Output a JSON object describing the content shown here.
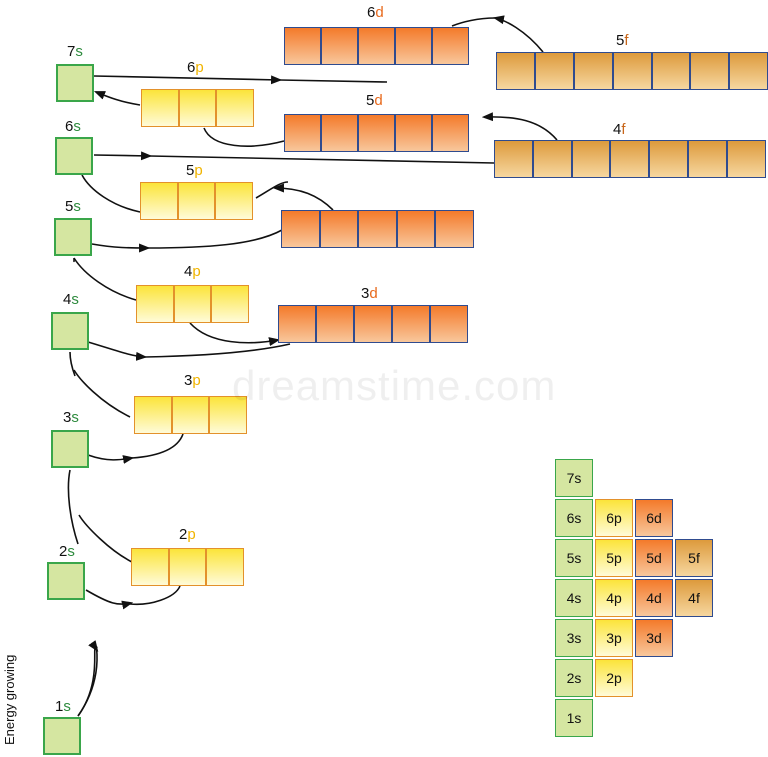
{
  "colors": {
    "s_fill": "#d5e6a1",
    "s_border": "#3aa64a",
    "s_letter": "#2e8b3e",
    "p_fill": "#fbe43a",
    "p_border": "#e3912b",
    "p_letter": "#f0b400",
    "d_fill": "#f47a2a",
    "d_border": "#2f4b8f",
    "d_letter": "#e8691c",
    "f_fill": "#dd9a3c",
    "f_letter": "#c8661a",
    "arrow": "#111111"
  },
  "energy_label": "Energy growing",
  "watermark": "dreamstime.com",
  "sublevels": [
    {
      "n": "1",
      "l": "s"
    },
    {
      "n": "2",
      "l": "s"
    },
    {
      "n": "2",
      "l": "p"
    },
    {
      "n": "3",
      "l": "s"
    },
    {
      "n": "3",
      "l": "p"
    },
    {
      "n": "4",
      "l": "s"
    },
    {
      "n": "3",
      "l": "d"
    },
    {
      "n": "4",
      "l": "p"
    },
    {
      "n": "5",
      "l": "s"
    },
    {
      "n": "4",
      "l": "d"
    },
    {
      "n": "5",
      "l": "p"
    },
    {
      "n": "6",
      "l": "s"
    },
    {
      "n": "4",
      "l": "f"
    },
    {
      "n": "5",
      "l": "d"
    },
    {
      "n": "6",
      "l": "p"
    },
    {
      "n": "7",
      "l": "s"
    },
    {
      "n": "5",
      "l": "f"
    },
    {
      "n": "6",
      "l": "d"
    }
  ],
  "table": [
    [
      "7s"
    ],
    [
      "6s",
      "6p",
      "6d"
    ],
    [
      "5s",
      "5p",
      "5d",
      "5f"
    ],
    [
      "4s",
      "4p",
      "4d",
      "4f"
    ],
    [
      "3s",
      "3p",
      "3d"
    ],
    [
      "2s",
      "2p"
    ],
    [
      "1s"
    ]
  ]
}
